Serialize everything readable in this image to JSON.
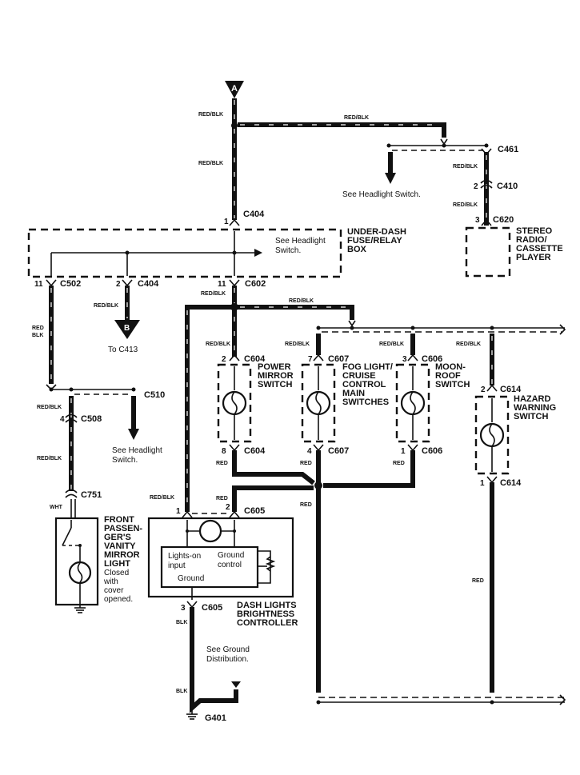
{
  "diagram": {
    "type": "wiring-diagram",
    "title": "Dash Lights Brightness Controller Circuit",
    "colors": {
      "wire": "#111111",
      "background": "#ffffff"
    }
  },
  "offpage_connectors": {
    "A": {
      "label": "A"
    },
    "B": {
      "label": "B",
      "note": "To C413"
    }
  },
  "wire_labels": {
    "red_blk": "RED/BLK",
    "red_blk_split": [
      "RED",
      "BLK"
    ],
    "red": "RED",
    "blk": "BLK",
    "wht": "WHT"
  },
  "connectors": {
    "c404_top": {
      "pin": "1",
      "name": "C404"
    },
    "c461": {
      "name": "C461"
    },
    "c410": {
      "pin": "2",
      "name": "C410"
    },
    "c620": {
      "pin": "3",
      "name": "C620"
    },
    "c502": {
      "pin": "11",
      "name": "C502"
    },
    "c404_b": {
      "pin": "2",
      "name": "C404"
    },
    "c602": {
      "pin": "11",
      "name": "C602"
    },
    "c604_top": {
      "pin": "2",
      "name": "C604"
    },
    "c604_bot": {
      "pin": "8",
      "name": "C604"
    },
    "c607_top": {
      "pin": "7",
      "name": "C607"
    },
    "c607_bot": {
      "pin": "4",
      "name": "C607"
    },
    "c606_top": {
      "pin": "3",
      "name": "C606"
    },
    "c606_bot": {
      "pin": "1",
      "name": "C606"
    },
    "c614_top": {
      "pin": "2",
      "name": "C614"
    },
    "c614_bot": {
      "pin": "1",
      "name": "C614"
    },
    "c510": {
      "name": "C510"
    },
    "c508": {
      "pin": "4",
      "name": "C508"
    },
    "c751": {
      "name": "C751"
    },
    "c605_1": {
      "pin": "1"
    },
    "c605_2": {
      "pin": "2",
      "name": "C605"
    },
    "c605_3": {
      "pin": "3",
      "name": "C605"
    },
    "g401": {
      "name": "G401"
    }
  },
  "components": {
    "stereo": [
      "STEREO",
      "RADIO/",
      "CASSETTE",
      "PLAYER"
    ],
    "fuse_box": [
      "UNDER-DASH",
      "FUSE/RELAY",
      "BOX"
    ],
    "power_mirror": [
      "POWER",
      "MIRROR",
      "SWITCH"
    ],
    "fog_cruise": [
      "FOG LIGHT/",
      "CRUISE",
      "CONTROL",
      "MAIN",
      "SWITCHES"
    ],
    "moonroof": [
      "MOON-",
      "ROOF",
      "SWITCH"
    ],
    "hazard": [
      "HAZARD",
      "WARNING",
      "SWITCH"
    ],
    "vanity": [
      "FRONT",
      "PASSEN-",
      "GER'S",
      "VANITY",
      "MIRROR",
      "LIGHT"
    ],
    "vanity_note": [
      "Closed",
      "with",
      "cover",
      "opened."
    ],
    "dash_controller": [
      "DASH LIGHTS",
      "BRIGHTNESS",
      "CONTROLLER"
    ],
    "controller_inner": {
      "lights_on": [
        "Lights-on",
        "input"
      ],
      "ground_control": [
        "Ground",
        "control"
      ],
      "ground": "Ground"
    }
  },
  "notes": {
    "see_headlight_top": "See Headlight Switch.",
    "see_headlight_box": [
      "See Headlight",
      "Switch."
    ],
    "see_headlight_c510": [
      "See Headlight",
      "Switch."
    ],
    "see_ground": [
      "See Ground",
      "Distribution."
    ]
  }
}
